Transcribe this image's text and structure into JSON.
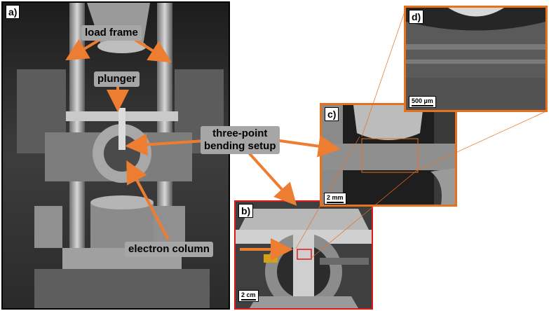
{
  "panels": {
    "a": {
      "letter": "a)",
      "border_color": "#000000"
    },
    "b": {
      "letter": "b)",
      "border_color": "#e01818"
    },
    "c": {
      "letter": "c)",
      "border_color": "#e8701e"
    },
    "d": {
      "letter": "d)",
      "border_color": "#e8701e"
    }
  },
  "labels": {
    "load_frame": "load frame",
    "plunger": "plunger",
    "three_point_line1": "three-point",
    "three_point_line2": "bending setup",
    "electron_column": "electron column"
  },
  "scale_bars": {
    "b": "2 cm",
    "c": "2 mm",
    "d": "500 µm"
  },
  "colors": {
    "arrow": "#ed7d31",
    "label_bg": "#a6a6a6",
    "zoom_line": "#e8701e"
  }
}
